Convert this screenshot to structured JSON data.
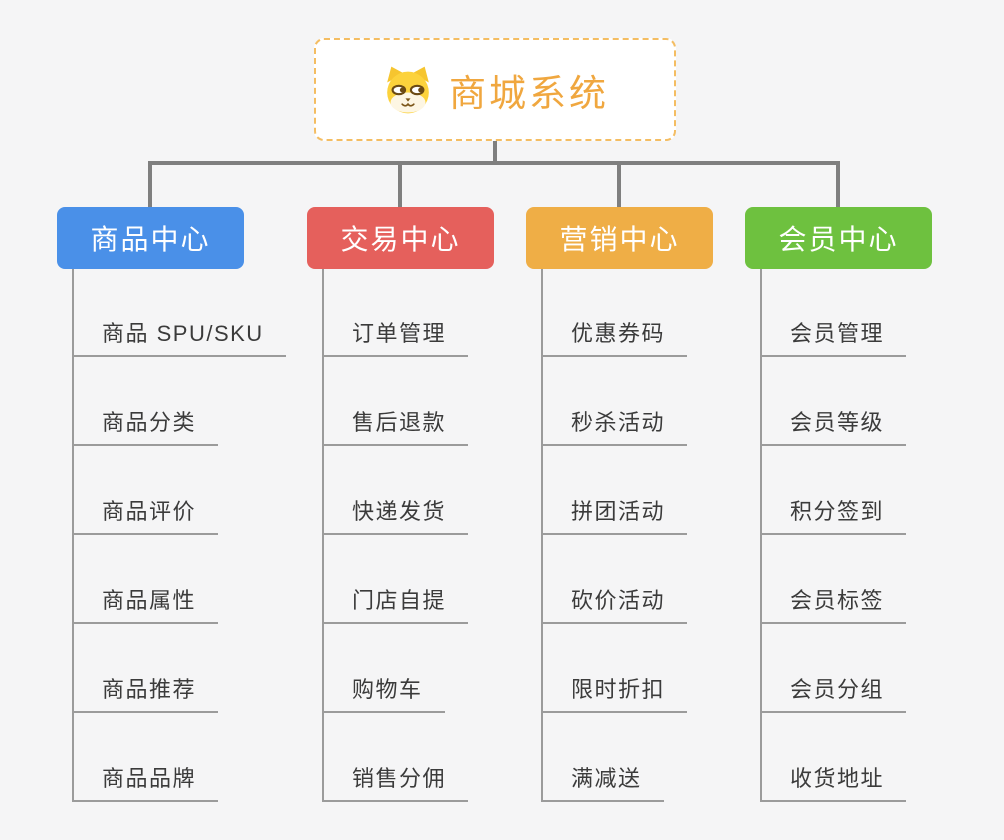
{
  "canvas": {
    "background": "#f5f5f6"
  },
  "root": {
    "label": "商城系统",
    "icon": "dog-face-icon",
    "text_color": "#f0a73f",
    "border_color": "#f4bd62"
  },
  "branches": [
    {
      "label": "商品中心",
      "color": "#4a90e8",
      "items": [
        "商品 SPU/SKU",
        "商品分类",
        "商品评价",
        "商品属性",
        "商品推荐",
        "商品品牌"
      ]
    },
    {
      "label": "交易中心",
      "color": "#e5605c",
      "items": [
        "订单管理",
        "售后退款",
        "快递发货",
        "门店自提",
        "购物车",
        "销售分佣"
      ]
    },
    {
      "label": "营销中心",
      "color": "#efae46",
      "items": [
        "优惠券码",
        "秒杀活动",
        "拼团活动",
        "砍价活动",
        "限时折扣",
        "满减送"
      ]
    },
    {
      "label": "会员中心",
      "color": "#6ec13f",
      "items": [
        "会员管理",
        "会员等级",
        "积分签到",
        "会员标签",
        "会员分组",
        "收货地址"
      ]
    }
  ],
  "connector_color": "#7f7f7f",
  "item_line_color": "#9b9b9b",
  "item_text_color": "#3b3b3b"
}
